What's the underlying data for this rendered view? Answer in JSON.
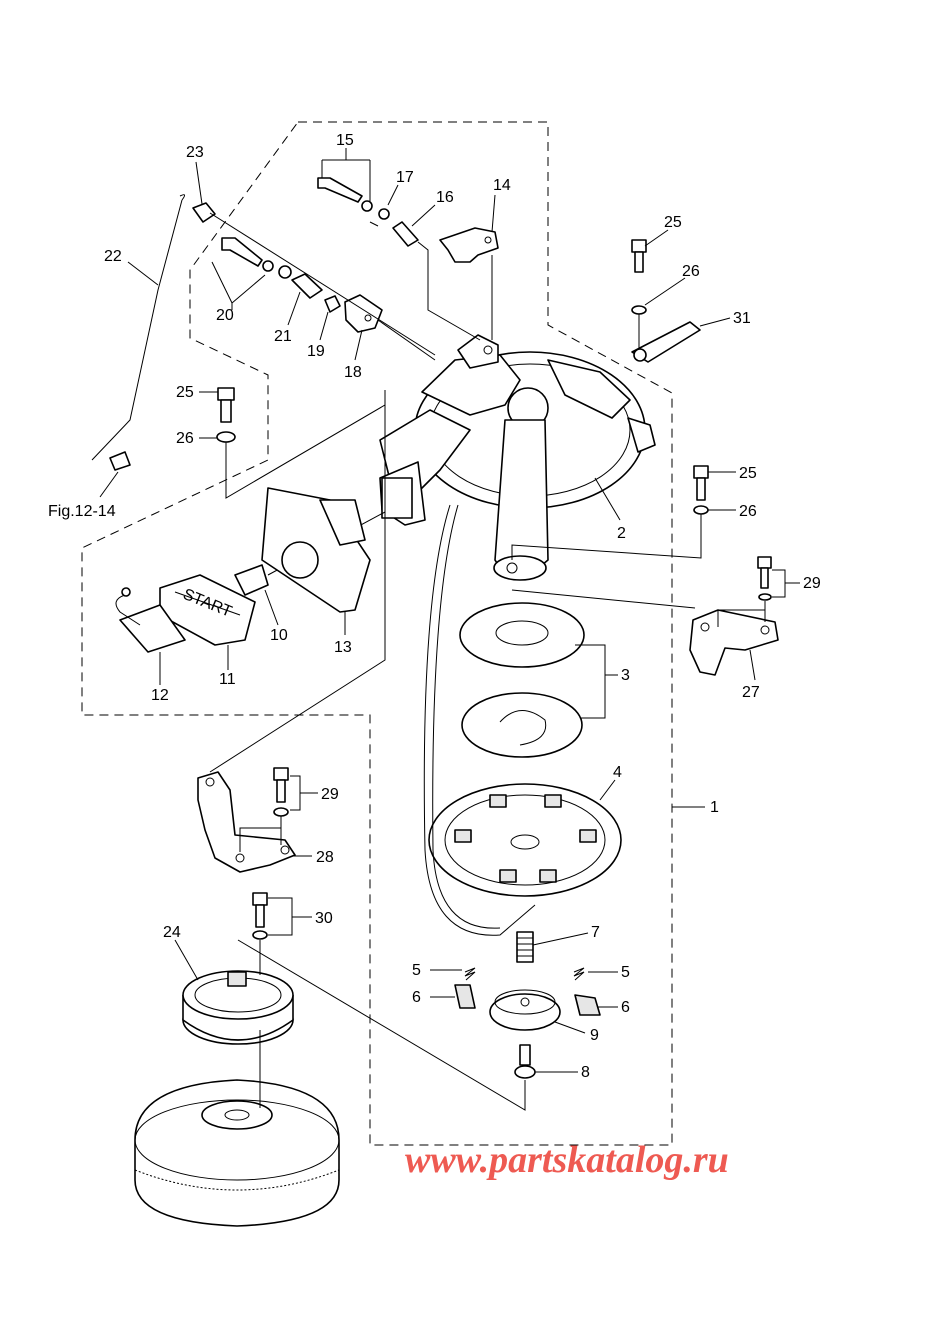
{
  "watermark": "www.partskatalog.ru",
  "figure_ref": "Fig.12-14",
  "callouts": {
    "p1": "1",
    "p2": "2",
    "p3": "3",
    "p4": "4",
    "p5a": "5",
    "p5b": "5",
    "p6a": "6",
    "p6b": "6",
    "p7": "7",
    "p8": "8",
    "p9": "9",
    "p10": "10",
    "p11": "11",
    "p12": "12",
    "p13": "13",
    "p14": "14",
    "p15": "15",
    "p16": "16",
    "p17": "17",
    "p18": "18",
    "p19": "19",
    "p20": "20",
    "p21": "21",
    "p22": "22",
    "p23": "23",
    "p24": "24",
    "p25a": "25",
    "p25b": "25",
    "p26a": "26",
    "p26b": "26",
    "p25c": "25",
    "p26c": "26",
    "p27": "27",
    "p28": "28",
    "p29a": "29",
    "p29b": "29",
    "p30": "30",
    "p31": "31"
  },
  "handle_text": "START",
  "colors": {
    "line": "#000000",
    "watermark": "#ee5a52",
    "background": "#ffffff"
  }
}
